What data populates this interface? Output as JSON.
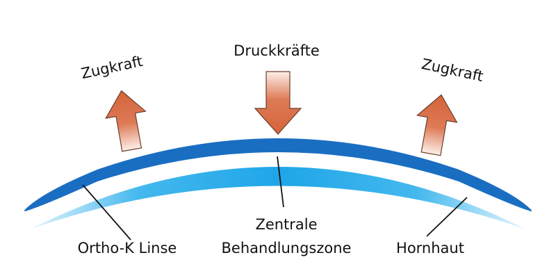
{
  "labels": {
    "pull_left": "Zugkraft",
    "pull_right": "Zugkraft",
    "pressure": "Druckkräfte",
    "lens": "Ortho-K Linse",
    "zone_line1": "Zentrale",
    "zone_line2": "Behandlungszone",
    "cornea": "Hornhaut"
  },
  "colors": {
    "lens": "#1a6ec2",
    "cornea_center": "#1fa6e8",
    "cornea_edge": "#e6f6fd",
    "arrow_dark": "#d5633a",
    "arrow_light": "#fcefe9",
    "arrow_outline": "#6a3d2b",
    "leader": "#111111"
  }
}
